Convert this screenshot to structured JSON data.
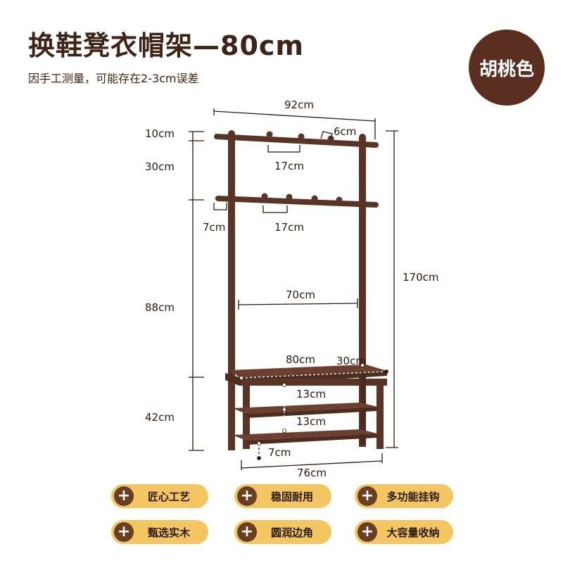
{
  "title": "换鞋凳衣帽架—80cm",
  "subtitle": "因手工测量，可能存在2-3cm误差",
  "color_badge": "胡桃色",
  "dimensions": {
    "top_width": "92cm",
    "hook_gap": "6cm",
    "top_hook_spacing": "17cm",
    "lower_hook_spacing": "17cm",
    "rail_overhang": "7cm",
    "top_section": "10cm",
    "upper_section": "30cm",
    "middle_section": "88cm",
    "bench_section": "42cm",
    "total_height": "170cm",
    "inner_width": "70cm",
    "bench_width": "80cm",
    "bench_depth": "30cm",
    "shelf_gap_1": "13cm",
    "shelf_gap_2": "13cm",
    "foot_height": "7cm",
    "base_width": "76cm"
  },
  "features": [
    {
      "label": "匠心工艺"
    },
    {
      "label": "稳固耐用"
    },
    {
      "label": "多功能挂钩"
    },
    {
      "label": "甄选实木"
    },
    {
      "label": "圆润边角"
    },
    {
      "label": "大容量收纳"
    }
  ],
  "colors": {
    "wood": "#5a3526",
    "badge": "#5a2f22",
    "feature_bg": "#f3c563",
    "plus_bg": "#6a3e20"
  }
}
